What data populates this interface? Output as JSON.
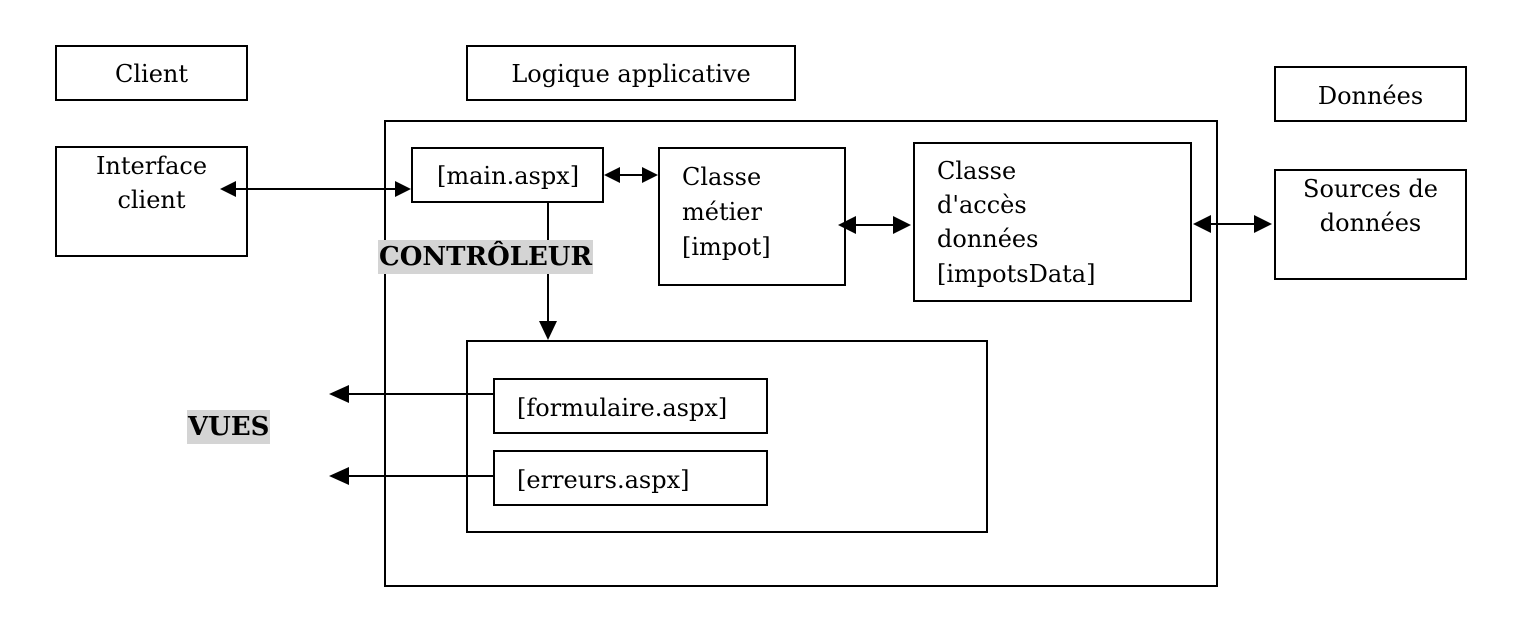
{
  "headers": {
    "client": "Client",
    "logique": "Logique applicative",
    "donnees": "Données"
  },
  "client": {
    "interface_line1": "Interface",
    "interface_line2": "client"
  },
  "app": {
    "main": "[main.aspx]",
    "metier_line1": "Classe",
    "metier_line2": "métier",
    "metier_line3": "[impot]",
    "acces_line1": "Classe",
    "acces_line2": "d'accès",
    "acces_line3": "données",
    "acces_line4": "[impotsData]",
    "controleur": "CONTRÔLEUR",
    "formulaire": "[formulaire.aspx]",
    "erreurs": "[erreurs.aspx]"
  },
  "vues": "VUES",
  "data": {
    "sources_line1": "Sources de",
    "sources_line2": "données"
  }
}
